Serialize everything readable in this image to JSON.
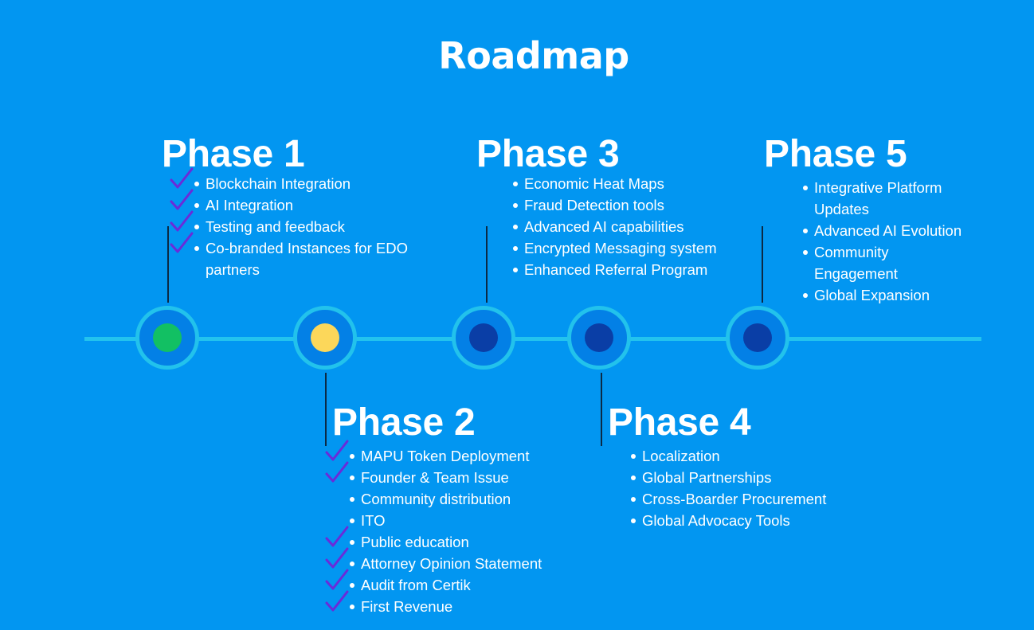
{
  "title": "Roadmap",
  "colors": {
    "background": "#0296f1",
    "timeline": "#23c3ee",
    "node_ring": "#22c2ec",
    "node_fill": "#0380e6",
    "check": "#6a2bd9",
    "status_complete": "#12c063",
    "status_in_progress": "#fcd75a",
    "status_upcoming": "#0a3ea6"
  },
  "nodes": [
    {
      "phase": "Phase 1",
      "status": "complete",
      "color": "#12c063"
    },
    {
      "phase": "Phase 2",
      "status": "in_progress",
      "color": "#fcd75a"
    },
    {
      "phase": "Phase 3",
      "status": "upcoming",
      "color": "#0a3ea6"
    },
    {
      "phase": "Phase 4",
      "status": "upcoming",
      "color": "#0a3ea6"
    },
    {
      "phase": "Phase 5",
      "status": "upcoming",
      "color": "#0a3ea6"
    }
  ],
  "phases": [
    {
      "title": "Phase 1",
      "items": [
        {
          "text": "Blockchain Integration",
          "checked": true
        },
        {
          "text": "AI Integration",
          "checked": true
        },
        {
          "text": "Testing and feedback",
          "checked": true
        },
        {
          "text": "Co-branded Instances for EDO partners",
          "checked": true
        }
      ]
    },
    {
      "title": "Phase 2",
      "items": [
        {
          "text": "MAPU Token Deployment",
          "checked": true
        },
        {
          "text": "Founder & Team Issue",
          "checked": true
        },
        {
          "text": "Community distribution",
          "checked": false
        },
        {
          "text": "ITO",
          "checked": false
        },
        {
          "text": "Public education",
          "checked": true
        },
        {
          "text": "Attorney Opinion Statement",
          "checked": true
        },
        {
          "text": "Audit from Certik",
          "checked": true
        },
        {
          "text": "First Revenue",
          "checked": true
        }
      ]
    },
    {
      "title": "Phase 3",
      "items": [
        {
          "text": "Economic Heat Maps",
          "checked": false
        },
        {
          "text": "Fraud Detection tools",
          "checked": false
        },
        {
          "text": "Advanced AI capabilities",
          "checked": false
        },
        {
          "text": "Encrypted Messaging system",
          "checked": false
        },
        {
          "text": "Enhanced Referral Program",
          "checked": false
        }
      ]
    },
    {
      "title": "Phase 4",
      "items": [
        {
          "text": "Localization",
          "checked": false
        },
        {
          "text": "Global Partnerships",
          "checked": false
        },
        {
          "text": "Cross-Boarder Procurement",
          "checked": false
        },
        {
          "text": "Global Advocacy Tools",
          "checked": false
        }
      ]
    },
    {
      "title": "Phase 5",
      "items": [
        {
          "text": "Integrative Platform Updates",
          "checked": false
        },
        {
          "text": "Advanced AI Evolution",
          "checked": false
        },
        {
          "text": "Community Engagement",
          "checked": false
        },
        {
          "text": "Global Expansion",
          "checked": false
        }
      ]
    }
  ]
}
